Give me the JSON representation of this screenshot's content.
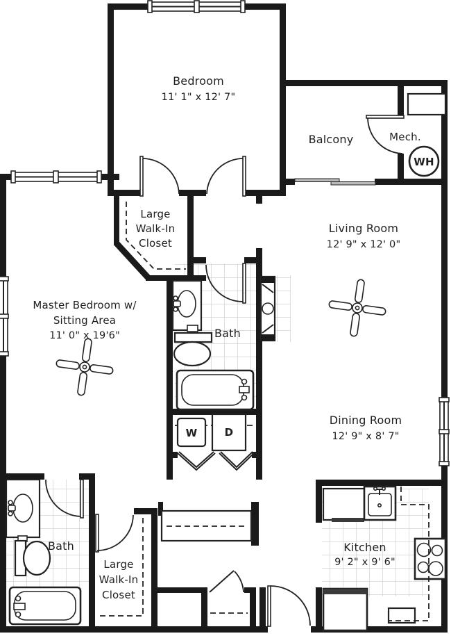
{
  "colors": {
    "wall": "#1a1a1a",
    "fixture_line": "#222222",
    "tile_grid": "#c9c9c9",
    "text": "#1f1f1f",
    "background": "#ffffff",
    "sliding_door_fill": "#b9b9b9"
  },
  "rooms": {
    "bedroom": {
      "name": "Bedroom",
      "dims": "11' 1\" x 12' 7\""
    },
    "balcony": {
      "name": "Balcony"
    },
    "mech": {
      "name": "Mech.",
      "water_heater": "WH"
    },
    "walk_in_closet_top": {
      "line1": "Large",
      "line2": "Walk-In",
      "line3": "Closet"
    },
    "living_room": {
      "name": "Living Room",
      "dims": "12' 9\" x 12' 0\""
    },
    "master_bedroom": {
      "line1": "Master Bedroom w/",
      "line2": "Sitting Area",
      "dims": "11' 0\" x 19'6\""
    },
    "bath_main": {
      "name": "Bath"
    },
    "laundry": {
      "washer": "W",
      "dryer": "D"
    },
    "dining_room": {
      "name": "Dining Room",
      "dims": "12' 9\" x 8' 7\""
    },
    "bath_second": {
      "name": "Bath"
    },
    "walk_in_closet_bottom": {
      "line1": "Large",
      "line2": "Walk-In",
      "line3": "Closet"
    },
    "kitchen": {
      "name": "Kitchen",
      "dims": "9' 2\" x 9' 6\""
    }
  }
}
